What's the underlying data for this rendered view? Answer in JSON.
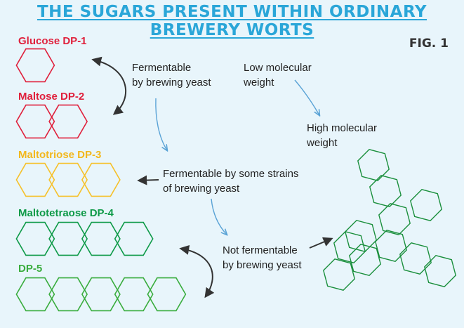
{
  "title": "THE SUGARS PRESENT WITHIN ORDINARY BREWERY WORTS",
  "figure_label": "FIG. 1",
  "sugars": [
    {
      "label": "Glucose DP-1",
      "units": 1,
      "color": "#e0203c"
    },
    {
      "label": "Maltose DP-2",
      "units": 2,
      "color": "#e0203c"
    },
    {
      "label": "Maltotriose DP-3",
      "units": 3,
      "color": "#f6c12a"
    },
    {
      "label": "Maltotetraose DP-4",
      "units": 4,
      "color": "#0e9a48"
    },
    {
      "label": "DP-5",
      "units": 5,
      "color": "#3aad3e"
    }
  ],
  "notes": {
    "fermentable": [
      "Fermentable",
      "by brewing yeast"
    ],
    "some_strains": [
      "Fermentable by some strains",
      "of brewing yeast"
    ],
    "not_fermentable": [
      "Not fermentable",
      "by brewing yeast"
    ],
    "low_mw": [
      "Low molecular",
      "weight"
    ],
    "high_mw": [
      "High molecular",
      "weight"
    ]
  },
  "colors": {
    "title": "#2aa6d8",
    "background": "#e8f5fb",
    "arrow_blue": "#5aa3d6",
    "arrow_dark": "#333333",
    "polymer": "#1a8f3c"
  }
}
